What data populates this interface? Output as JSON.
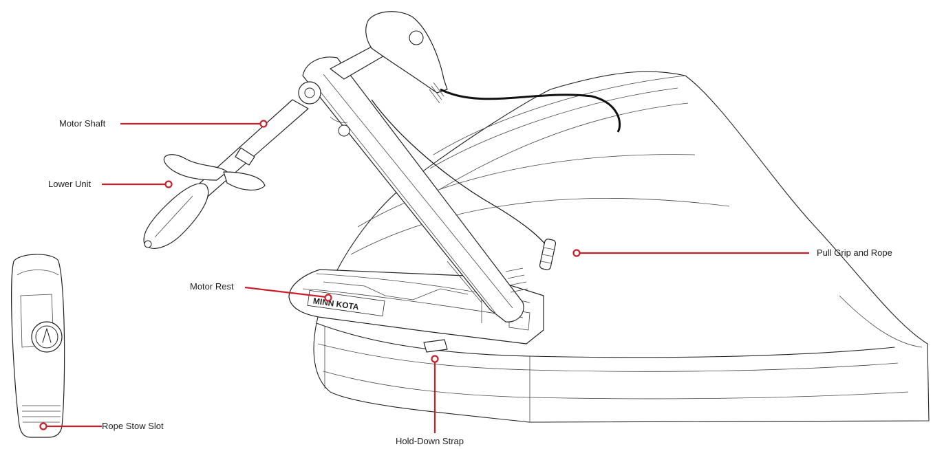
{
  "colors": {
    "accent": "#c8202a",
    "line": "#222222",
    "background": "#ffffff"
  },
  "callouts": {
    "motor_shaft": "Motor Shaft",
    "lower_unit": "Lower Unit",
    "motor_rest": "Motor Rest",
    "pull_grip": "Pull Grip and Rope",
    "rope_stow": "Rope Stow Slot",
    "hold_down": "Hold-Down Strap"
  },
  "brand_mark": "MINN KOTA"
}
